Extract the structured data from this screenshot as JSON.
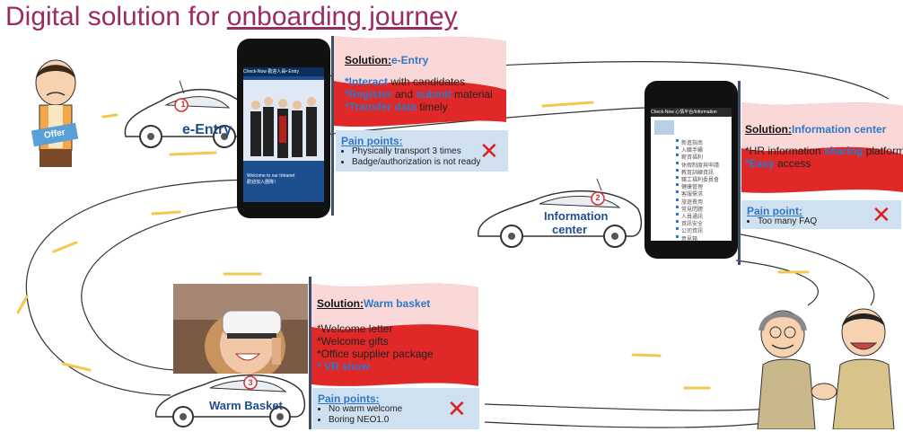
{
  "title": {
    "prefix": "Digital solution for ",
    "underlined": "onboarding journey"
  },
  "offer_person": {
    "badge": "Offer"
  },
  "stations": [
    {
      "number": "1",
      "car_label": "e-Entry",
      "solution_label": "Solution:",
      "solution_name": "e-Entry",
      "solution_lines": [
        {
          "keyword": "*Interact",
          "rest": " with candidates"
        },
        {
          "keyword": "*Register",
          "mid": " and ",
          "keyword2": "submit",
          "rest": " material"
        },
        {
          "keyword": "*Transfer data",
          "rest": " timely"
        }
      ],
      "pain_heading": "Pain points:",
      "pain_points": [
        "Physically transport 3 times",
        "Badge/authorization is not ready"
      ],
      "phone_header": "Check-Now   歡迎人員• Entry",
      "phone_welcome": "Welcome to our Intranet\n歡迎加入團隊！"
    },
    {
      "number": "2",
      "car_label": "Information",
      "car_label2": "center",
      "solution_label": "Solution:",
      "solution_name": "Information center",
      "solution_lines": [
        {
          "plain": "*HR information ",
          "keyword": "sharing",
          "rest": " platform"
        },
        {
          "keyword": "*Easy",
          "rest": " access"
        }
      ],
      "pain_heading": "Pain point:",
      "pain_points": [
        "Too many FAQ"
      ],
      "phone_header": "Check-Now   心情平台/Information",
      "menu_items": [
        "新進指南",
        "入職手續",
        "薪資福利",
        "休假制度與申請",
        "教育訓練資訊",
        "職工福利委員會",
        "健康管理",
        "客服需求",
        "旅遊費用",
        "常見問題",
        "人員通訊",
        "資訊安全",
        "公司資訊",
        "意見箱"
      ]
    },
    {
      "number": "3",
      "car_label": "Warm Basket",
      "solution_label": "Solution:",
      "solution_name": "Warm basket",
      "solution_lines": [
        {
          "plain": "*Welcome letter"
        },
        {
          "plain": "*Welcome gifts"
        },
        {
          "plain": "*Office supplier package"
        },
        {
          "keyword": "* VR show"
        }
      ],
      "pain_heading": "Pain points:",
      "pain_points": [
        "No warm welcome",
        "Boring NEO1.0"
      ]
    }
  ],
  "x_mark": "✕",
  "colors": {
    "title": "#9b2c63",
    "flag_red": "#e02828",
    "accent_blue": "#2e78c7",
    "pain_bg": "#cfe0f1",
    "road": "#222222",
    "dash": "#f2c94c"
  }
}
